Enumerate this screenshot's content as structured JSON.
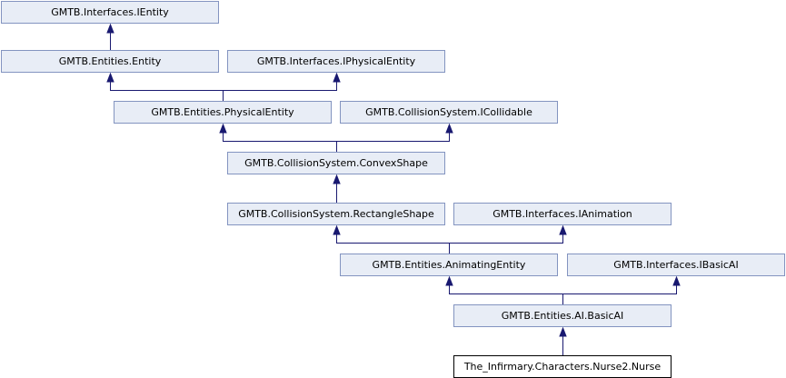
{
  "colors": {
    "node_fill": "#e8edf6",
    "node_border": "#8394c0",
    "current_fill": "#ffffff",
    "current_border": "#000000",
    "edge": "#191970"
  },
  "nodes": {
    "ientity": "GMTB.Interfaces.IEntity",
    "entity": "GMTB.Entities.Entity",
    "iphysical_entity": "GMTB.Interfaces.IPhysicalEntity",
    "physical_entity": "GMTB.Entities.PhysicalEntity",
    "icollidable": "GMTB.CollisionSystem.ICollidable",
    "convex_shape": "GMTB.CollisionSystem.ConvexShape",
    "rectangle_shape": "GMTB.CollisionSystem.RectangleShape",
    "ianimation": "GMTB.Interfaces.IAnimation",
    "animating_entity": "GMTB.Entities.AnimatingEntity",
    "ibasic_ai": "GMTB.Interfaces.IBasicAI",
    "basic_ai": "GMTB.Entities.AI.BasicAI",
    "nurse": "The_Infirmary.Characters.Nurse2.Nurse"
  },
  "edges": [
    {
      "from": "entity",
      "to": "ientity"
    },
    {
      "from": "physical_entity",
      "to": "entity"
    },
    {
      "from": "physical_entity",
      "to": "iphysical_entity"
    },
    {
      "from": "convex_shape",
      "to": "physical_entity"
    },
    {
      "from": "convex_shape",
      "to": "icollidable"
    },
    {
      "from": "rectangle_shape",
      "to": "convex_shape"
    },
    {
      "from": "animating_entity",
      "to": "rectangle_shape"
    },
    {
      "from": "animating_entity",
      "to": "ianimation"
    },
    {
      "from": "basic_ai",
      "to": "animating_entity"
    },
    {
      "from": "basic_ai",
      "to": "ibasic_ai"
    },
    {
      "from": "nurse",
      "to": "basic_ai"
    }
  ]
}
